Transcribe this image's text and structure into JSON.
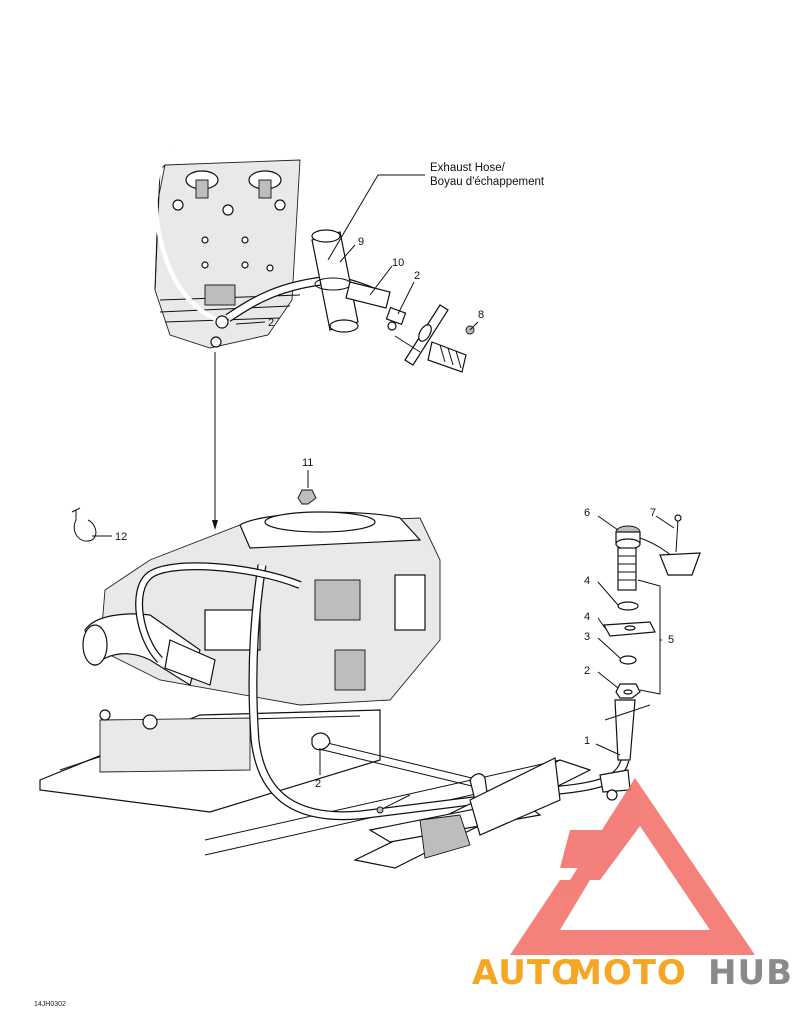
{
  "figure": {
    "exhaust_hose_label_en": "Exhaust Hose/",
    "exhaust_hose_label_fr": "Boyau d'échappement",
    "reference_code": "14JH0302"
  },
  "callouts": {
    "c1": "1",
    "c2_top_engine": "2",
    "c2_top_fitting": "2",
    "c2_bottom": "2",
    "c2_cap_stack": "2",
    "c3": "3",
    "c4_upper": "4",
    "c4_lower": "4",
    "c5": "5",
    "c6": "6",
    "c7": "7",
    "c8": "8",
    "c9": "9",
    "c10": "10",
    "c11": "11",
    "c12": "12"
  },
  "watermark": {
    "text_auto": "AUTO",
    "text_moto": "MOTO",
    "text_hub": "HUB",
    "color_logo": "#f26b63",
    "color_auto": "#f5a623",
    "color_moto": "#f5a623",
    "color_hub": "#8a8a8a"
  }
}
